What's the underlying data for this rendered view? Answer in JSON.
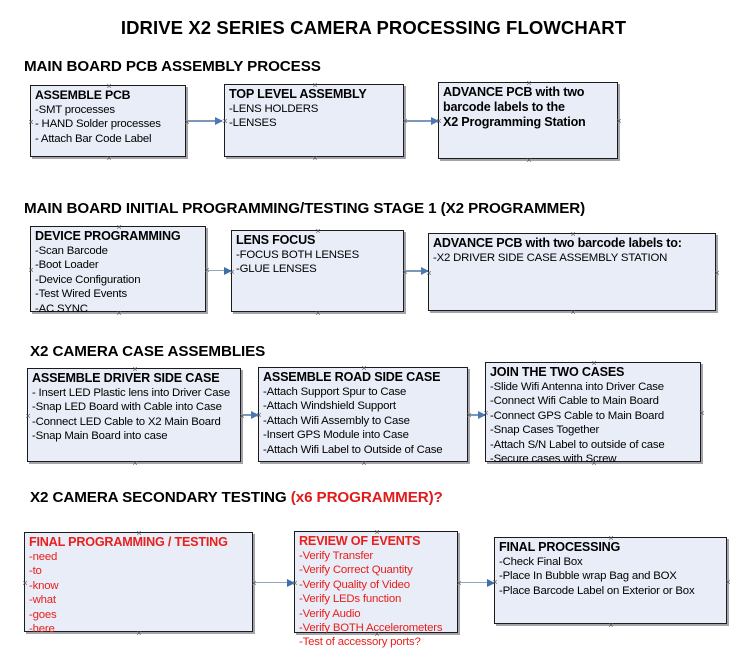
{
  "document": {
    "title": "IDRIVE X2  SERIES CAMERA PROCESSING FLOWCHART"
  },
  "colors": {
    "node_fill": "#e8edf7",
    "node_border": "#1b1b1b",
    "arrow": "#7d97b8",
    "red_text": "#e8201c",
    "black_text": "#000000"
  },
  "sections": [
    {
      "header": "MAIN BOARD PCB ASSEMBLY PROCESS",
      "header_red": "",
      "nodes": [
        {
          "title": "ASSEMBLE PCB",
          "lines": [
            "-SMT processes",
            "- HAND Solder processes",
            "- Attach Bar Code Label"
          ]
        },
        {
          "title": "TOP LEVEL ASSEMBLY",
          "lines": [
            "-LENS HOLDERS",
            "-LENSES"
          ]
        },
        {
          "title": "ADVANCE PCB with two",
          "lines": [
            "barcode labels to the",
            " X2 Programming Station"
          ]
        }
      ]
    },
    {
      "header": "MAIN BOARD INITIAL PROGRAMMING/TESTING STAGE 1 (X2 PROGRAMMER)",
      "header_red": "",
      "nodes": [
        {
          "title": "DEVICE PROGRAMMING",
          "lines": [
            "-Scan Barcode",
            "-Boot Loader",
            "-Device Configuration",
            "-Test Wired Events",
            "-AC SYNC"
          ]
        },
        {
          "title": "LENS FOCUS",
          "lines": [
            "-FOCUS BOTH LENSES",
            "-GLUE LENSES"
          ]
        },
        {
          "title": "ADVANCE PCB with two barcode labels to:",
          "lines": [
            "-X2 DRIVER  SIDE  CASE  ASSEMBLY STATION"
          ]
        }
      ]
    },
    {
      "header": "X2 CAMERA CASE ASSEMBLIES",
      "header_red": "",
      "nodes": [
        {
          "title": "ASSEMBLE DRIVER SIDE CASE",
          "lines": [
            "- Insert LED Plastic lens into Driver Case",
            "-Snap LED Board with Cable into Case",
            "-Connect LED Cable to X2 Main Board",
            "-Snap Main Board into case"
          ]
        },
        {
          "title": "ASSEMBLE ROAD SIDE CASE",
          "lines": [
            "-Attach Support Spur to Case",
            "-Attach Windshield Support",
            "-Attach Wifi Assembly to Case",
            "-Insert GPS Module into Case",
            "-Attach Wifi Label to Outside of Case"
          ]
        },
        {
          "title": "JOIN THE TWO CASES",
          "lines": [
            "-Slide Wifi Antenna into Driver Case",
            "-Connect Wifi Cable to Main Board",
            "-Connect GPS Cable to Main Board",
            "-Snap Cases Together",
            "-Attach S/N Label to outside of case",
            "-Secure cases with Screw"
          ]
        }
      ]
    },
    {
      "header": "X2 CAMERA SECONDARY TESTING ",
      "header_red": "(x6 PROGRAMMER)?",
      "nodes": [
        {
          "title": "FINAL PROGRAMMING / TESTING",
          "lines": [
            "-need",
            "-to",
            "-know",
            "-what",
            "-goes",
            "-here"
          ]
        },
        {
          "title": "REVIEW OF EVENTS",
          "lines": [
            "-Verify Transfer",
            "-Verify Correct Quantity",
            "-Verify Quality of Video",
            "-Verify LEDs function",
            "-Verify Audio",
            "-Verify BOTH Accelerometers",
            "-Test of accessory ports?"
          ]
        },
        {
          "title": "FINAL PROCESSING",
          "lines": [
            " -Check Final Box",
            "-Place In Bubble wrap Bag and BOX",
            "-Place Barcode Label on Exterior or Box"
          ]
        }
      ]
    }
  ]
}
